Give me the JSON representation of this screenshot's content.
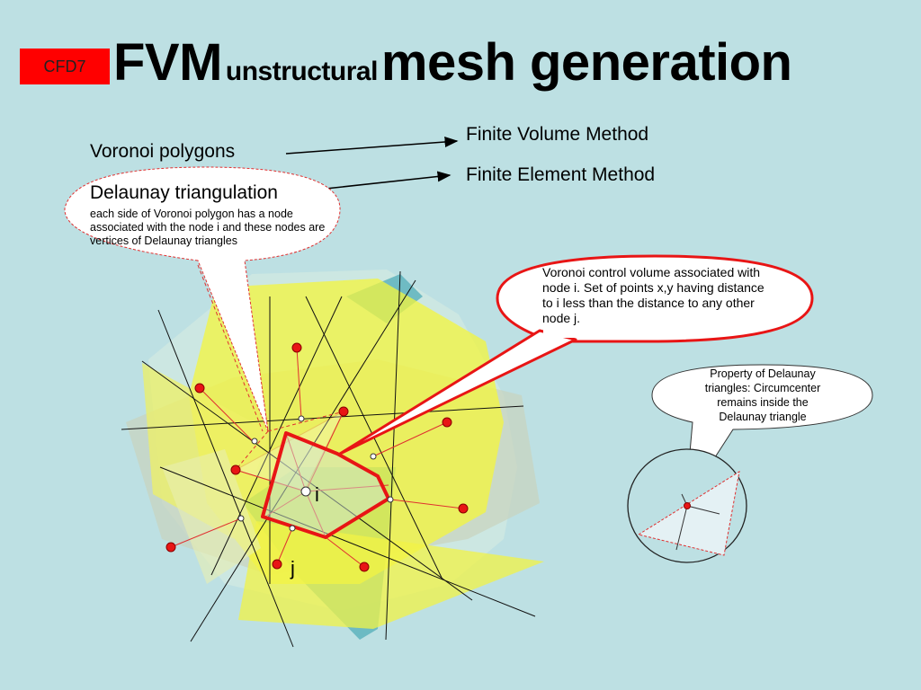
{
  "badge": "CFD7",
  "title": {
    "part1": "FVM",
    "part2": "unstructural",
    "part3": "mesh generation"
  },
  "labels": {
    "voronoi": "Voronoi polygons",
    "delaunay": "Delaunay triangulation",
    "fvm": "Finite Volume Method",
    "fem": "Finite Element Method",
    "node_i": "i",
    "node_j": "j"
  },
  "bubbles": {
    "delaunay_note": "each side of Voronoi polygon has a node associated with the node i and these nodes are vertices of Delaunay triangles",
    "voronoi_note": "Voronoi control volume associated with node i. Set of points x,y having distance to i less than the distance to any other node j.",
    "property_line1": "Property of Delaunay triangles: Circumcenter remains inside the",
    "property_line2": "Delaunay triangle"
  },
  "colors": {
    "background": "#bde0e3",
    "accent_red": "#ff0000",
    "mesh_yellow": "#f4f53c",
    "dark_teal": "#5eb3bd"
  }
}
